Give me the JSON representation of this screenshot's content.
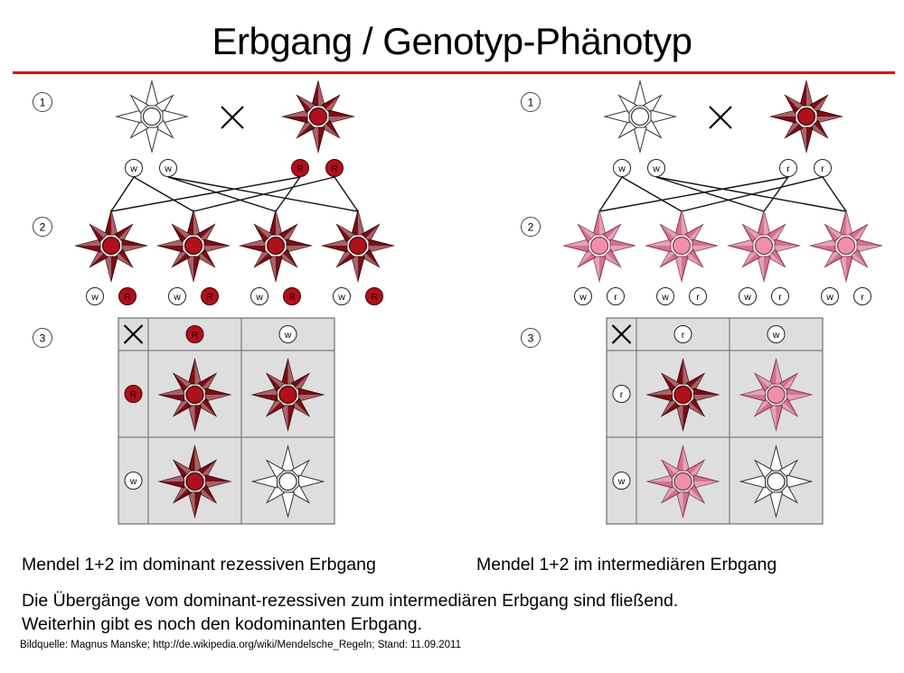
{
  "title": "Erbgang / Genotyp-Phänotyp",
  "colors": {
    "rule": "#e3001b",
    "red_center": "#b0101b",
    "red_ray": "#7a0e14",
    "pink_center": "#f090a8",
    "pink_ray": "#d87090",
    "white_flower": "#ffffff",
    "grid_fill": "#dedede"
  },
  "step_labels": [
    "1",
    "2",
    "3"
  ],
  "cross_symbol": "×",
  "left": {
    "caption": "Mendel 1+2 im dominant rezessiven Erbgang",
    "parents": [
      {
        "flower": "white",
        "alleles": [
          "w",
          "w"
        ]
      },
      {
        "flower": "red",
        "alleles": [
          "R",
          "R"
        ]
      }
    ],
    "f1": [
      {
        "flower": "red",
        "alleles": [
          "w",
          "R"
        ]
      },
      {
        "flower": "red",
        "alleles": [
          "w",
          "R"
        ]
      },
      {
        "flower": "red",
        "alleles": [
          "w",
          "R"
        ]
      },
      {
        "flower": "red",
        "alleles": [
          "w",
          "R"
        ]
      }
    ],
    "punnett": {
      "col_alleles": [
        "R",
        "w"
      ],
      "row_alleles": [
        "R",
        "w"
      ],
      "cells": [
        [
          "red",
          "red"
        ],
        [
          "red",
          "white"
        ]
      ]
    }
  },
  "right": {
    "caption": "Mendel 1+2 im intermediären Erbgang",
    "parents": [
      {
        "flower": "white",
        "alleles": [
          "w",
          "w"
        ]
      },
      {
        "flower": "red",
        "alleles": [
          "r",
          "r"
        ]
      }
    ],
    "f1": [
      {
        "flower": "pink",
        "alleles": [
          "w",
          "r"
        ]
      },
      {
        "flower": "pink",
        "alleles": [
          "w",
          "r"
        ]
      },
      {
        "flower": "pink",
        "alleles": [
          "w",
          "r"
        ]
      },
      {
        "flower": "pink",
        "alleles": [
          "w",
          "r"
        ]
      }
    ],
    "punnett": {
      "col_alleles": [
        "r",
        "w"
      ],
      "row_alleles": [
        "r",
        "w"
      ],
      "cells": [
        [
          "red",
          "pink"
        ],
        [
          "pink",
          "white"
        ]
      ]
    }
  },
  "text": {
    "line1": "Die Übergänge vom dominant-rezessiven zum intermediären Erbgang sind fließend.",
    "line2": "Weiterhin gibt es noch den kodominanten Erbgang.",
    "source": "Bildquelle: Magnus Manske; http://de.wikipedia.org/wiki/Mendelsche_Regeln; Stand: 11.09.2011"
  }
}
